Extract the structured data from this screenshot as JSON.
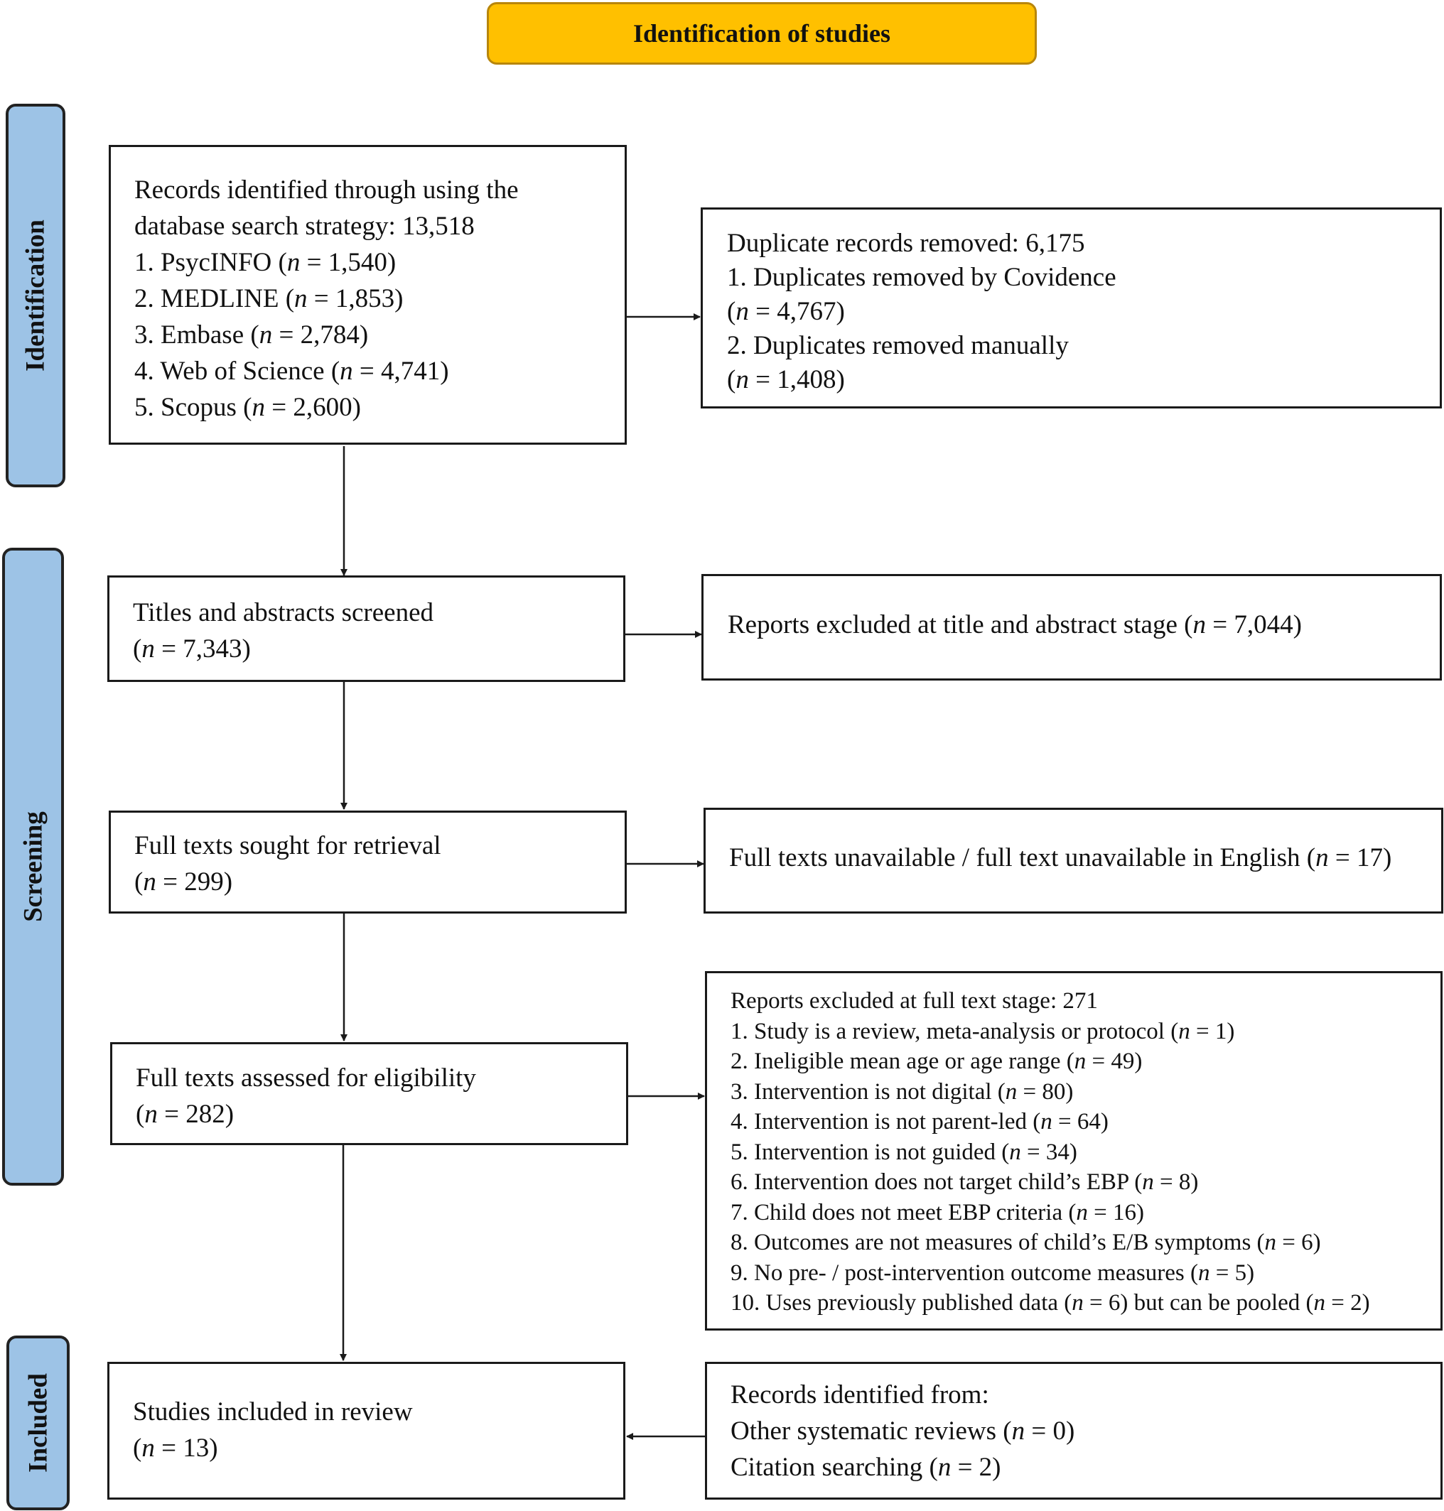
{
  "header": {
    "title": "Identification of studies"
  },
  "phases": {
    "identification": "Identification",
    "screening": "Screening",
    "included": "Included"
  },
  "boxes": {
    "records_identified": {
      "lines": [
        "Records identified through using the",
        "database search strategy: 13,518"
      ],
      "items": [
        {
          "prefix": "1. PsycINFO (",
          "value": " = 1,540)"
        },
        {
          "prefix": "2. MEDLINE (",
          "value": " = 1,853)"
        },
        {
          "prefix": "3. Embase (",
          "value": " = 2,784)"
        },
        {
          "prefix": "4. Web of Science (",
          "value": " = 4,741)"
        },
        {
          "prefix": "5. Scopus (",
          "value": " = 2,600)"
        }
      ]
    },
    "duplicates_removed": {
      "title": "Duplicate records removed: 6,175",
      "item1": "1. Duplicates removed by Covidence",
      "item1_value": " = 4,767)",
      "item2": "2. Duplicates removed manually",
      "item2_value": " = 1,408)"
    },
    "titles_screened": {
      "label": "Titles and abstracts screened",
      "value": " = 7,343)"
    },
    "excluded_title_abstract": {
      "label": "Reports excluded at title and abstract stage (",
      "value": " = 7,044)"
    },
    "fulltexts_sought": {
      "label": "Full texts sought for retrieval",
      "value": " = 299)"
    },
    "fulltexts_unavailable": {
      "label": "Full texts unavailable / full text unavailable in English (",
      "value": " = 17)"
    },
    "fulltexts_assessed": {
      "label": "Full texts assessed for eligibility",
      "value": " = 282)"
    },
    "excluded_fulltext": {
      "title": "Reports excluded at full text stage: 271",
      "items": [
        {
          "prefix": "1. Study is a review, meta-analysis or protocol (",
          "value": " = 1)"
        },
        {
          "prefix": "2. Ineligible mean age or age range (",
          "value": " = 49)"
        },
        {
          "prefix": "3. Intervention is not digital (",
          "value": " = 80)"
        },
        {
          "prefix": "4. Intervention is not parent-led (",
          "value": " = 64)"
        },
        {
          "prefix": "5. Intervention is not guided (",
          "value": " = 34)"
        },
        {
          "prefix": "6. Intervention does not target child’s EBP (",
          "value": " = 8)"
        },
        {
          "prefix": "7. Child does not meet EBP criteria (",
          "value": " = 16)"
        },
        {
          "prefix": "8. Outcomes are not measures of child’s E/B symptoms (",
          "value": " = 6)"
        },
        {
          "prefix": "9. No pre- / post-intervention outcome measures (",
          "value": " = 5)"
        }
      ],
      "item10_prefix": "10. Uses previously published data (",
      "item10_mid": " = 6) but can be pooled (",
      "item10_end": " = 2)"
    },
    "studies_included": {
      "label": "Studies included in review",
      "value": " = 13)"
    },
    "other_records": {
      "title": "Records identified from:",
      "item1_prefix": "Other systematic reviews (",
      "item1_value": " = 0)",
      "item2_prefix": "Citation searching (",
      "item2_value": " = 2)"
    }
  },
  "n_symbol": "n",
  "colors": {
    "header_fill": "#ffc000",
    "phase_fill": "#9dc3e6",
    "border": "#1a1a1a"
  }
}
